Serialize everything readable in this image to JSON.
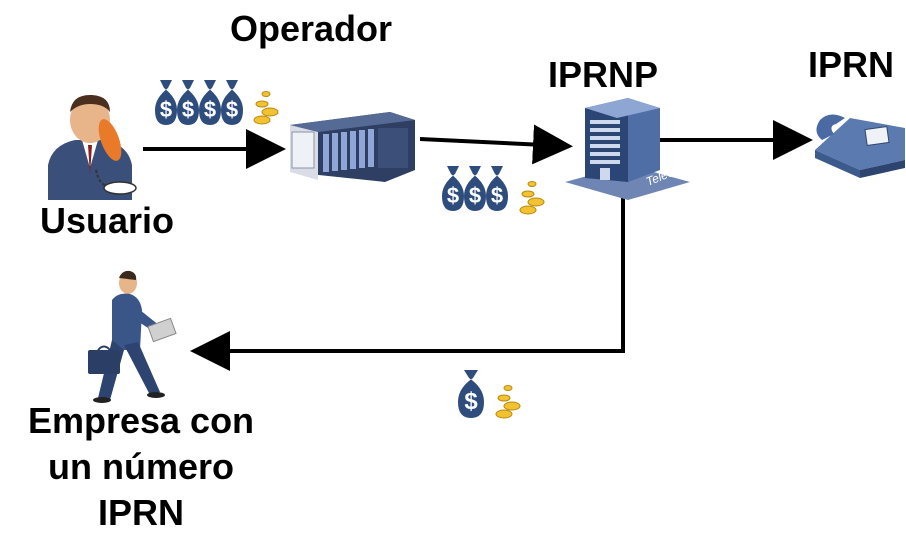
{
  "nodes": {
    "operator": "Operador",
    "iprnp": "IPRNP",
    "iprn": "IPRN",
    "user": "Usuario",
    "company": [
      "Empresa con",
      "un número",
      "IPRN"
    ]
  },
  "building_sign": "Telecom",
  "money_symbol": "$",
  "money_flows": {
    "user_to_operator_bags": 4,
    "operator_to_iprnp_bags": 3,
    "iprnp_to_company_bags": 1
  },
  "icons": [
    "person-on-phone-icon",
    "network-server-icon",
    "telecom-building-icon",
    "telephone-icon",
    "walking-businessman-icon",
    "money-bag-icon",
    "coins-icon"
  ],
  "colors": {
    "arrow": "#000000",
    "money_bag": "#2e4d7d",
    "coin": "#f2c230",
    "server": "#2f3f63",
    "building": "#3b5a8c"
  }
}
